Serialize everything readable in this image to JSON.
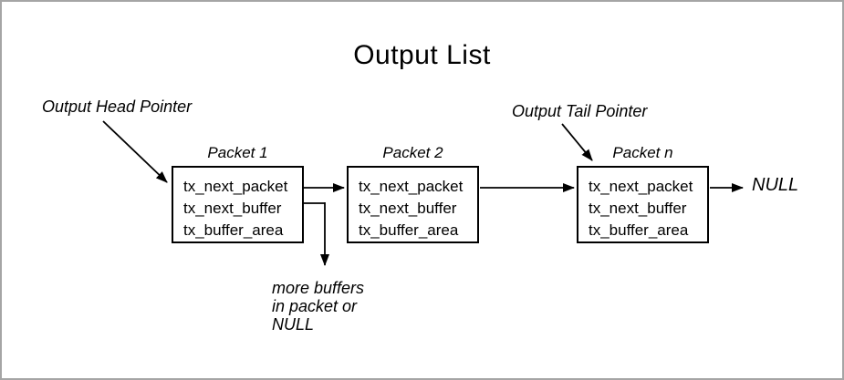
{
  "title": "Output List",
  "labels": {
    "head_pointer": "Output Head Pointer",
    "tail_pointer": "Output Tail Pointer",
    "null_terminator": "NULL",
    "more_buffers_note": "more buffers\nin packet or\nNULL"
  },
  "packets": [
    {
      "label": "Packet 1",
      "fields": [
        "tx_next_packet",
        "tx_next_buffer",
        "tx_buffer_area"
      ]
    },
    {
      "label": "Packet 2",
      "fields": [
        "tx_next_packet",
        "tx_next_buffer",
        "tx_buffer_area"
      ]
    },
    {
      "label": "Packet n",
      "fields": [
        "tx_next_packet",
        "tx_next_buffer",
        "tx_buffer_area"
      ]
    }
  ],
  "colors": {
    "line": "#000000",
    "text": "#000000",
    "background": "#ffffff",
    "frame_border": "#a5a5a5"
  }
}
